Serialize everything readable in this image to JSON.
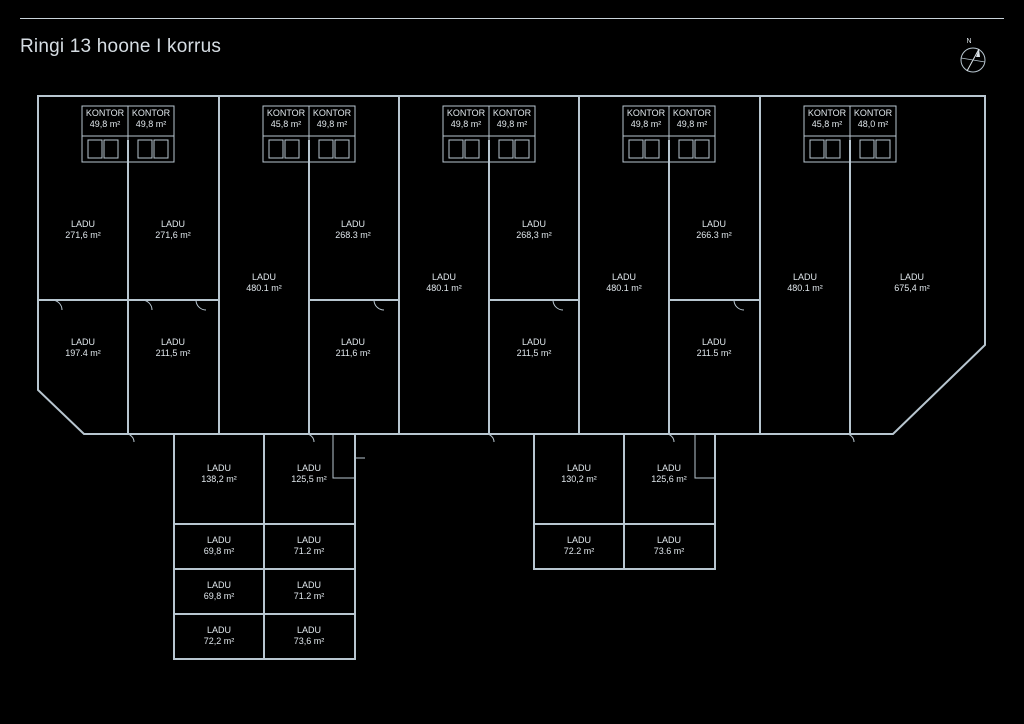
{
  "title": "Ringi 13 hoone I korrus",
  "compass": {
    "label": "N",
    "icon": "north-arrow-icon"
  },
  "colors": {
    "background": "#000000",
    "lines": "#b8c6d0",
    "text": "#dfe6eb"
  },
  "offices": [
    {
      "name": "KONTOR",
      "area": "49,8 m²"
    },
    {
      "name": "KONTOR",
      "area": "49,8 m²"
    },
    {
      "name": "KONTOR",
      "area": "45,8 m²"
    },
    {
      "name": "KONTOR",
      "area": "49,8 m²"
    },
    {
      "name": "KONTOR",
      "area": "49,8 m²"
    },
    {
      "name": "KONTOR",
      "area": "49,8 m²"
    },
    {
      "name": "KONTOR",
      "area": "49,8 m²"
    },
    {
      "name": "KONTOR",
      "area": "49,8 m²"
    },
    {
      "name": "KONTOR",
      "area": "45,8 m²"
    },
    {
      "name": "KONTOR",
      "area": "48,0 m²"
    }
  ],
  "warehouses": [
    {
      "name": "LADU",
      "area": "271,6 m²"
    },
    {
      "name": "LADU",
      "area": "271,6 m²"
    },
    {
      "name": "LADU",
      "area": "197.4 m²"
    },
    {
      "name": "LADU",
      "area": "211,5 m²"
    },
    {
      "name": "LADU",
      "area": "480.1 m²"
    },
    {
      "name": "LADU",
      "area": "268.3 m²"
    },
    {
      "name": "LADU",
      "area": "211,6 m²"
    },
    {
      "name": "LADU",
      "area": "480.1 m²"
    },
    {
      "name": "LADU",
      "area": "268,3 m²"
    },
    {
      "name": "LADU",
      "area": "211,5 m²"
    },
    {
      "name": "LADU",
      "area": "480.1 m²"
    },
    {
      "name": "LADU",
      "area": "266.3 m²"
    },
    {
      "name": "LADU",
      "area": "211.5 m²"
    },
    {
      "name": "LADU",
      "area": "480.1 m²"
    },
    {
      "name": "LADU",
      "area": "675,4 m²"
    },
    {
      "name": "LADU",
      "area": "138,2 m²"
    },
    {
      "name": "LADU",
      "area": "125,5 m²"
    },
    {
      "name": "LADU",
      "area": "69,8 m²"
    },
    {
      "name": "LADU",
      "area": "71.2 m²"
    },
    {
      "name": "LADU",
      "area": "69,8 m²"
    },
    {
      "name": "LADU",
      "area": "71.2 m²"
    },
    {
      "name": "LADU",
      "area": "72,2 m²"
    },
    {
      "name": "LADU",
      "area": "73,6 m²"
    },
    {
      "name": "LADU",
      "area": "130,2 m²"
    },
    {
      "name": "LADU",
      "area": "125,6 m²"
    },
    {
      "name": "LADU",
      "area": "72.2 m²"
    },
    {
      "name": "LADU",
      "area": "73.6 m²"
    }
  ]
}
